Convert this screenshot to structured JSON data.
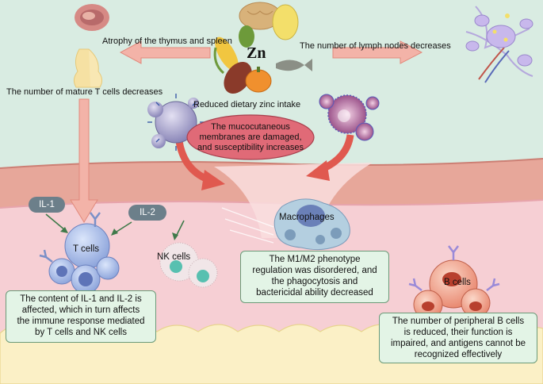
{
  "center_symbol": "Zn",
  "top": {
    "atrophy": "Atrophy of the thymus and spleen",
    "lymph": "The number of lymph nodes decreases",
    "mature_t": "The number of mature T cells decreases",
    "reduced_zinc": "Reduced dietary zinc intake"
  },
  "mucosa": {
    "lines": [
      "The mucocutaneous",
      "membranes are damaged,",
      "and susceptibility increases"
    ]
  },
  "cytokines": {
    "il1": "IL-1",
    "il2": "IL-2"
  },
  "cells": {
    "t_cells": "T cells",
    "nk_cells": "NK cells",
    "macrophages": "Macrophages",
    "b_cells": "B cells"
  },
  "boxes": {
    "il_effect": [
      "The content of IL-1 and IL-2 is",
      "affected, which in turn affects",
      "the immune response mediated",
      "by T cells and NK cells"
    ],
    "m1m2": [
      "The M1/M2 phenotype",
      "regulation was disordered, and",
      "the phagocytosis and",
      "bactericidal ability decreased"
    ],
    "b_effect": [
      "The number of peripheral B cells",
      "is reduced, their function is",
      "impaired, and antigens cannot be",
      "recognized effectively"
    ]
  },
  "colors": {
    "background": "#d9ece2",
    "arrow": "#f3b3a8",
    "mucosa_ellipse": "#e06a77",
    "skin_top": "#e7a79a",
    "dermis": "#f6cfd4",
    "fat": "#fbf0c6"
  },
  "icons": [
    "thymus-icon",
    "spleen-icon",
    "lymph-node-icon",
    "food-icon",
    "virus-icon",
    "bacteria-icon",
    "t-cell-icon",
    "nk-cell-icon",
    "macrophage-icon",
    "b-cell-icon",
    "antibody-icon"
  ]
}
